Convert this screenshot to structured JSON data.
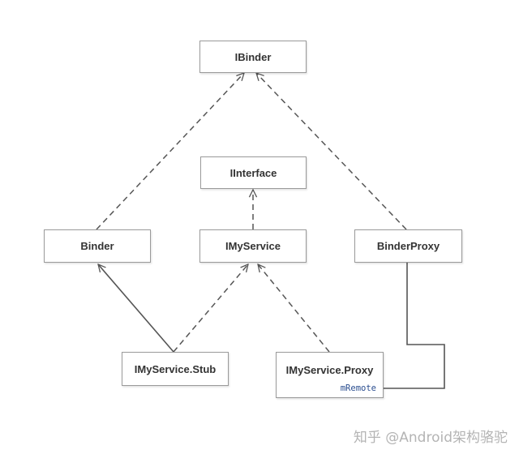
{
  "nodes": {
    "ibinder": {
      "label": "IBinder"
    },
    "iinterface": {
      "label": "IInterface"
    },
    "binder": {
      "label": "Binder"
    },
    "imyservice": {
      "label": "IMyService"
    },
    "binderproxy": {
      "label": "BinderProxy"
    },
    "stub": {
      "label": "IMyService.Stub"
    },
    "proxy": {
      "label": "IMyService.Proxy",
      "field": "mRemote"
    }
  },
  "watermark": "知乎 @Android架构骆驼",
  "colors": {
    "border": "#9a9a9a",
    "edge": "#555555",
    "field": "#2a4d8f",
    "watermark": "#b4b4b4"
  }
}
